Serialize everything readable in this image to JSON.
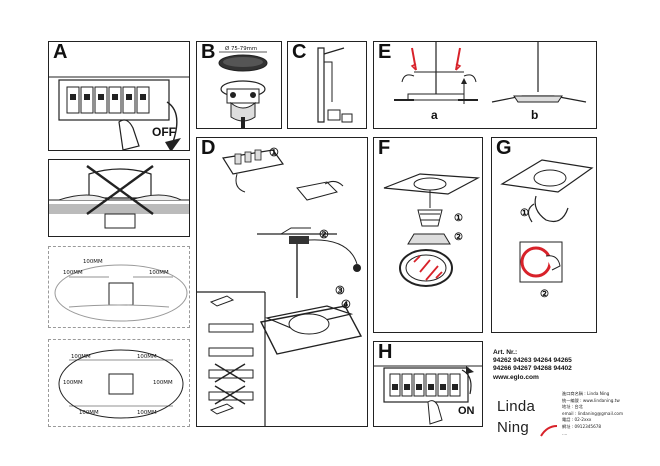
{
  "panels": {
    "A": {
      "letter": "A",
      "off_label": "OFF"
    },
    "B": {
      "letter": "B",
      "diameter_label": "Ø 75-79mm"
    },
    "C": {
      "letter": "C"
    },
    "D": {
      "letter": "D",
      "steps": [
        "①",
        "②",
        "③",
        "④"
      ]
    },
    "E": {
      "letter": "E",
      "sub_a": "a",
      "sub_b": "b"
    },
    "F": {
      "letter": "F",
      "steps": [
        "①",
        "②"
      ]
    },
    "G": {
      "letter": "G",
      "steps": [
        "①",
        "②"
      ]
    },
    "H": {
      "letter": "H",
      "on_label": "ON"
    }
  },
  "spacing": {
    "panel1": {
      "top_left": "100MM",
      "top_right": "100MM",
      "left": "100MM"
    },
    "panel2": {
      "top_left": "100MM",
      "top_right": "100MM",
      "left": "100MM",
      "right": "100MM",
      "bottom_left": "100MM",
      "bottom_right": "100MM"
    }
  },
  "article": {
    "heading": "Art. Nr.:",
    "numbers_line1": "94262 94263 94264 94265",
    "numbers_line2": "94266 94267 94268 94402",
    "website": "www.eglo.com"
  },
  "brand": {
    "line1": "Linda",
    "line2": "Ning"
  },
  "distributor": [
    "進口商名稱 : Linda Ning",
    "統一編號 : www.lindaning.tw",
    "地址 : 台北",
    "email : lindaning@gmail.com",
    "電話 : 02-2xxx",
    "網址 : 0912345678",
    "...."
  ],
  "colors": {
    "line": "#222222",
    "red": "#d8222a",
    "grey": "#b0b0b0",
    "dashed_panel": "#9a9a9a"
  }
}
